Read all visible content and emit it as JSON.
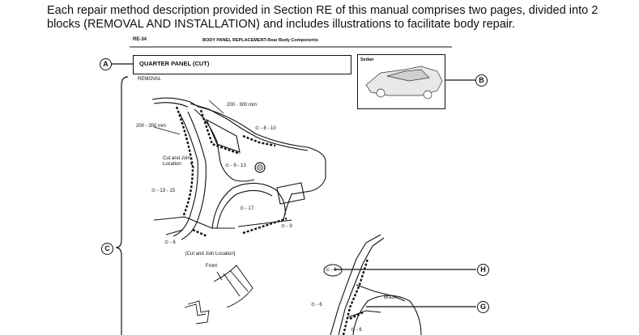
{
  "intro_text": "Each repair method description provided in Section RE of this manual comprises two pages, divided into 2 blocks (REMOVAL AND INSTALLATION) and includes illustrations to facilitate body repair.",
  "page_header": {
    "page_number": "RE-34",
    "title": "BODY PANEL REPLACEMENT-Rear Body Components"
  },
  "section_title": "QUARTER PANEL (CUT)",
  "vehicle_label": "Sedan",
  "sub_heading": "REMOVAL",
  "callouts": {
    "a": "A",
    "b": "B",
    "c": "C",
    "g": "G",
    "h": "H"
  },
  "dimensions": {
    "upper": "200 - 300 mm",
    "left": "200 - 300 mm"
  },
  "labels": {
    "cut_join": "Cut and Join Location",
    "cut_join_bracket": "[Cut and Join Location]",
    "front": "Front",
    "braze": "Braze"
  },
  "refs": {
    "r1": "⊙ - 8 - 10",
    "r2": "⊙ - 9 - 13",
    "r3": "⊙ - 13 - 15",
    "r4": "⊙ - 17",
    "r5": "⊙ - 9",
    "r6": "⊙ - 6",
    "r7": "⊙ - 6",
    "r8": "⊙ - 6",
    "r9": "⊙ - 6"
  }
}
